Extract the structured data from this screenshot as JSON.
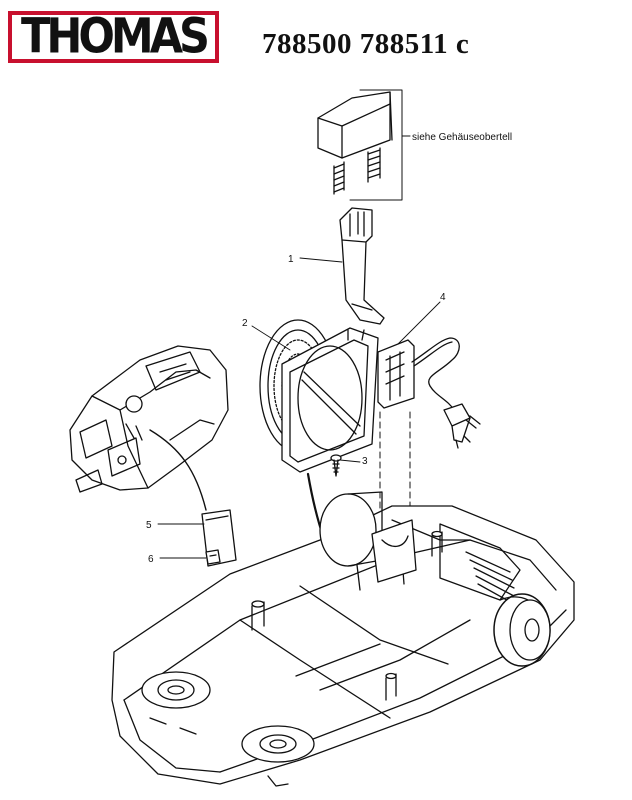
{
  "header": {
    "brand": "THOMAS",
    "model_numbers": "788500 788511 c",
    "brand_color": "#c8102e"
  },
  "references": {
    "upper_housing_note": "siehe Gehäuseobertell"
  },
  "callouts": [
    "1",
    "2",
    "3",
    "4",
    "5",
    "6"
  ]
}
